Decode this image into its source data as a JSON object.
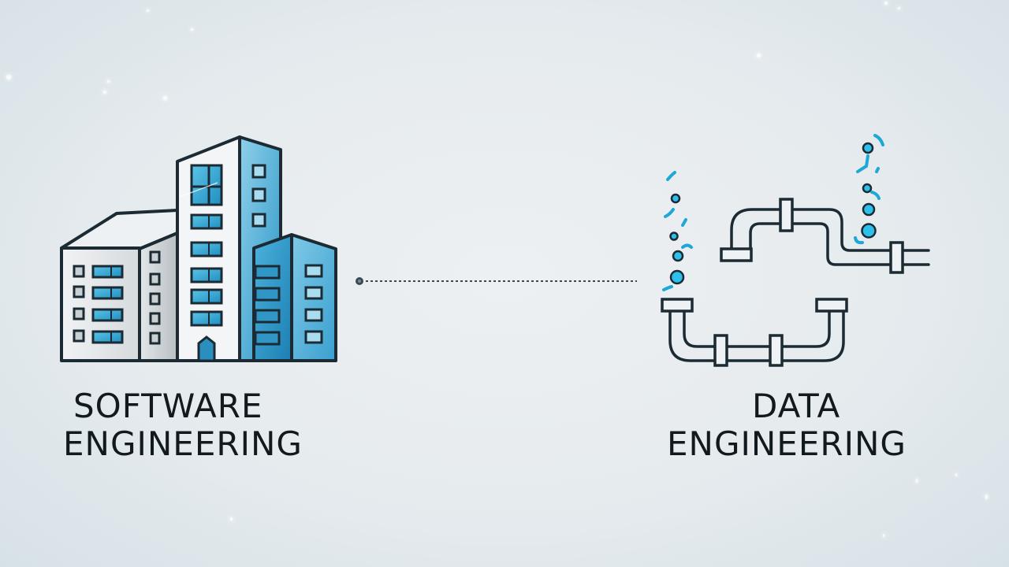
{
  "scene": {
    "type": "comparison-illustration",
    "background_colors": {
      "center": "#edf0f2",
      "edge": "#d6e1e7"
    },
    "accent_color": "#1da8d6",
    "outline_color": "#1b2a33"
  },
  "left_node": {
    "icon": "office-buildings-icon",
    "label_line1": "SOFTWARE",
    "label_line2": "ENGINEERING"
  },
  "right_node": {
    "icon": "data-pipeline-icon",
    "label_line1": "DATA",
    "label_line2": "ENGINEERING"
  },
  "connector": {
    "style": "dotted-line",
    "start_marker": "dot",
    "color": "#3a4a54"
  }
}
